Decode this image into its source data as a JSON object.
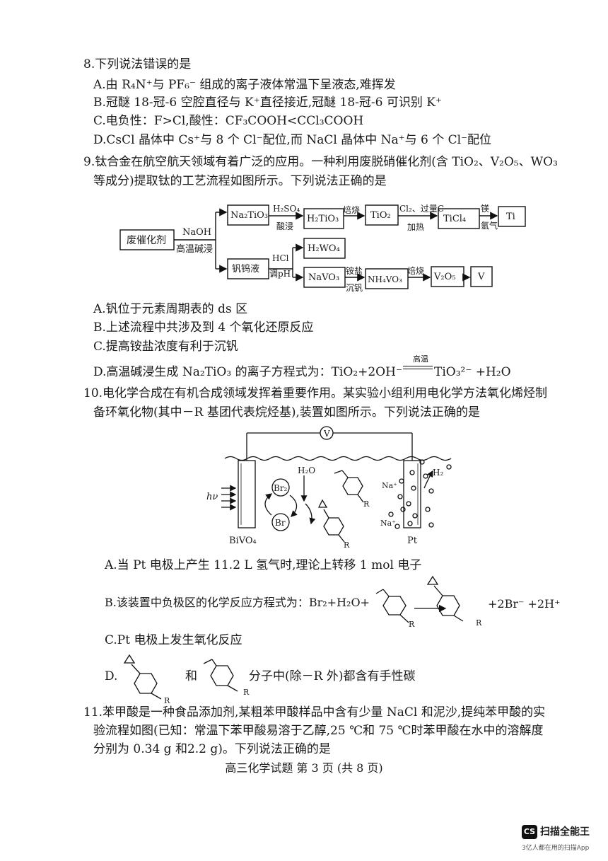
{
  "q8": {
    "stem": "8.下列说法错误的是",
    "a": "A.由 R₄N⁺与 PF₆⁻ 组成的离子液体常温下呈液态,难挥发",
    "b": "B.冠醚 18-冠-6 空腔直径与 K⁺直径接近,冠醚 18-冠-6 可识别 K⁺",
    "c": "C.电负性：F>Cl,酸性：CF₃COOH<CCl₃COOH",
    "d": "D.CsCl 晶体中 Cs⁺与 8 个 Cl⁻配位,而 NaCl 晶体中 Na⁺与 6 个 Cl⁻配位"
  },
  "q9": {
    "stem_l1": "9.钛合金在航空航天领域有着广泛的应用。一种利用废脱硝催化剂(含 TiO₂、V₂O₅、WO₃",
    "stem_l2": "等成分)提取钛的工艺流程如图所示。下列说法正确的是",
    "flow": {
      "start": "废催化剂",
      "step1_top": "NaOH",
      "step1_bottom": "高温碱浸",
      "na2tio3": "Na₂TiO₃",
      "h2so4": "H₂SO₄",
      "acid": "酸浸",
      "h2tio3": "H₂TiO₃",
      "roast1": "焙烧",
      "tio2": "TiO₂",
      "cl2": "Cl₂、过量C",
      "heat": "加热",
      "ticl4": "TiCl₄",
      "mg": "镁",
      "ar": "氩气",
      "ti": "Ti",
      "vw": "钒钨液",
      "hcl": "HCl",
      "ph": "调pH",
      "h2wo4": "H₂WO₄",
      "navo3": "NaVO₃",
      "nh4salt": "铵盐",
      "precip": "沉钒",
      "nh4vo3": "NH₄VO₃",
      "roast2": "焙烧",
      "v2o5": "V₂O₅",
      "v": "V"
    },
    "a": "A.钒位于元素周期表的 ds 区",
    "b": "B.上述流程中共涉及到 4 个氧化还原反应",
    "c": "C.提高铵盐浓度有利于沉钒",
    "d_pre": "D.高温碱浸生成 Na₂TiO₃ 的离子方程式为：TiO₂+2OH⁻",
    "d_cond": "高温",
    "d_post": "TiO₃²⁻ +H₂O"
  },
  "q10": {
    "stem_l1": "10.电化学合成在有机合成领域发挥着重要作用。某实验小组利用电化学方法氧化烯烃制",
    "stem_l2": "备环氧化物(其中－R 基团代表烷烃基),装置如图所示。下列说法正确的是",
    "device": {
      "v": "V",
      "hv": "hν",
      "br2": "Br₂",
      "br": "Br",
      "h2o": "H₂O",
      "na1": "Na⁺",
      "na2": "Na⁺",
      "h2": "H₂",
      "r1": "R",
      "r2": "R",
      "bivo4": "BiVO₄",
      "pt": "Pt"
    },
    "a": "A.当 Pt 电极上产生 11.2 L 氢气时,理论上转移 1 mol 电子",
    "b_pre": "B.该装置中负极区的化学反应方程式为：Br₂+H₂O+",
    "b_r1": "R",
    "b_r2": "R",
    "b_post": "+2Br⁻ +2H⁺",
    "c": "C.Pt 电极上发生氧化反应",
    "d_pre": "D.",
    "d_and": "和",
    "d_r1": "R",
    "d_r2": "R",
    "d_post": "分子中(除－R 外)都含有手性碳"
  },
  "q11": {
    "stem_l1": "11.苯甲酸是一种食品添加剂,某粗苯甲酸样品中含有少量 NaCl 和泥沙,提纯苯甲酸的实",
    "stem_l2": "验流程如图(已知：常温下苯甲酸易溶于乙醇,25 ℃和 75 ℃时苯甲酸在水中的溶解度",
    "stem_l3": "分别为 0.34 g 和2.2 g)。下列说法正确的是"
  },
  "footer": "高三化学试题  第 3 页  (共 8 页)",
  "watermark": {
    "logo": "CS",
    "name": "扫描全能王",
    "tagline": "3亿人都在用的扫描App"
  }
}
